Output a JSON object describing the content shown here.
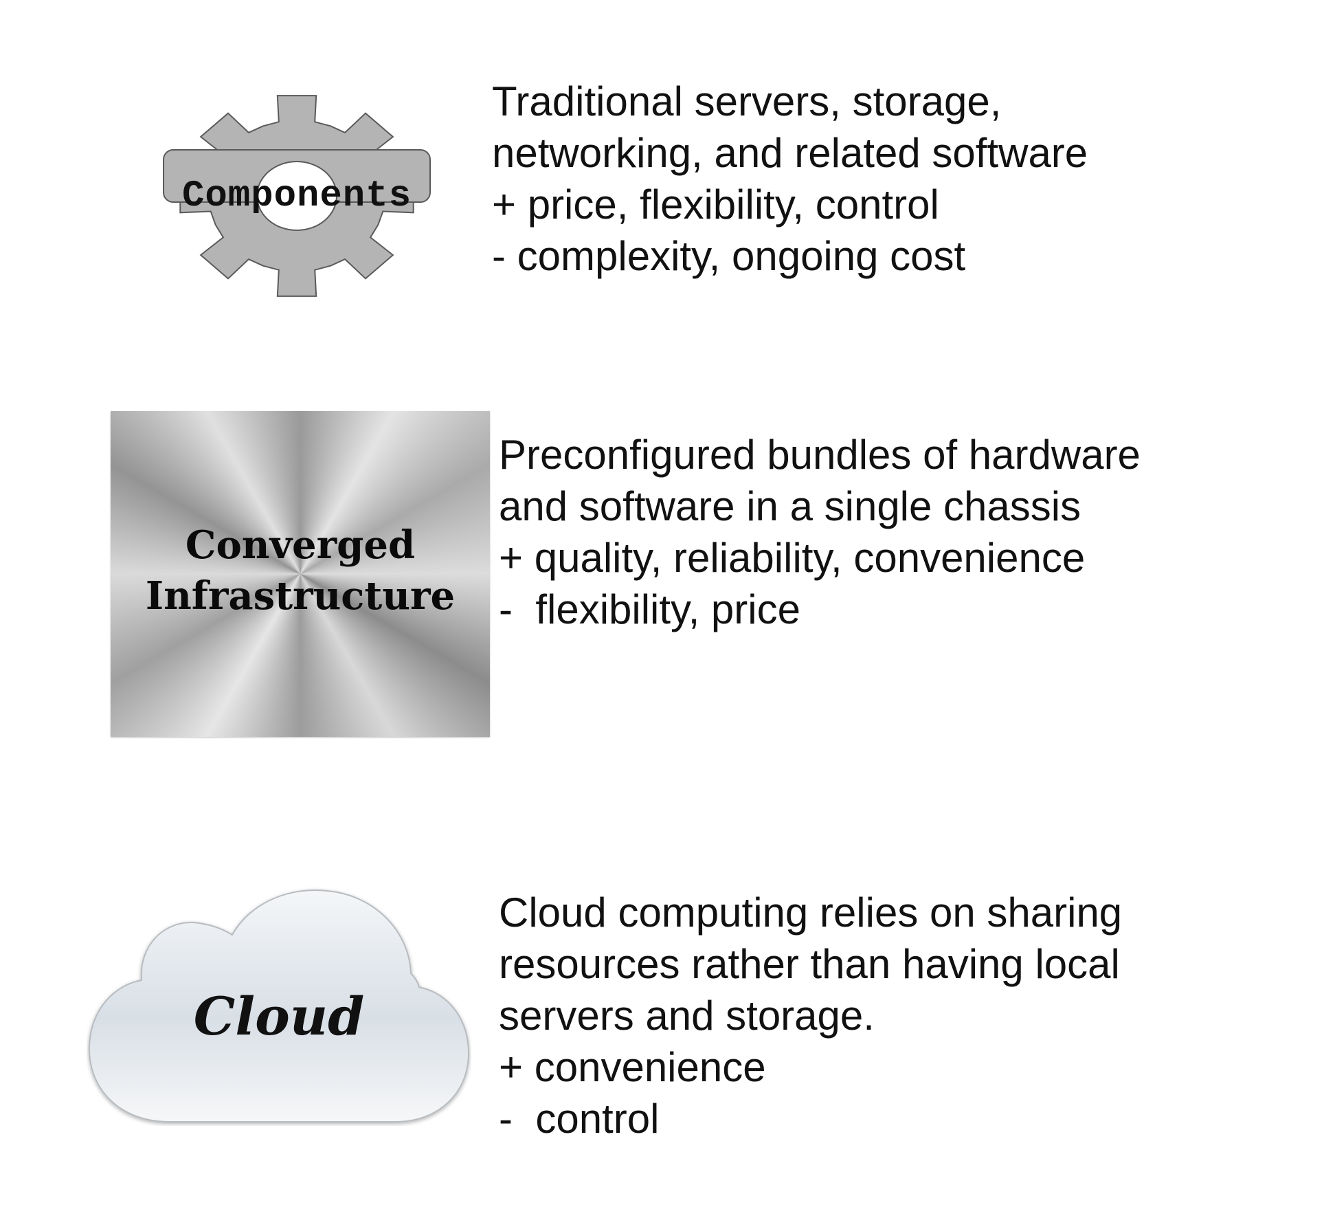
{
  "rows": [
    {
      "label": "Components",
      "icon": "gear-icon",
      "lines": [
        "Traditional servers, storage,",
        "networking, and related software",
        "+ price, flexibility, control",
        "- complexity, ongoing cost"
      ]
    },
    {
      "label_lines": [
        "Converged",
        "Infrastructure"
      ],
      "icon": "brushed-metal-square",
      "lines": [
        "Preconfigured bundles of hardware",
        "and software in a single chassis",
        "+ quality, reliability, convenience",
        "-  flexibility, price"
      ]
    },
    {
      "label": "Cloud",
      "icon": "cloud-icon",
      "lines": [
        "Cloud computing relies on sharing",
        "resources rather than having local",
        "servers and storage.",
        "+ convenience",
        "-  control"
      ]
    }
  ],
  "colors": {
    "gear_fill": "#b4b4b4",
    "gear_stroke": "#5a5a5a",
    "cloud_top": "#f4f6f8",
    "cloud_mid": "#d8dfe6",
    "cloud_bottom": "#f6f7f8",
    "text": "#111111"
  }
}
